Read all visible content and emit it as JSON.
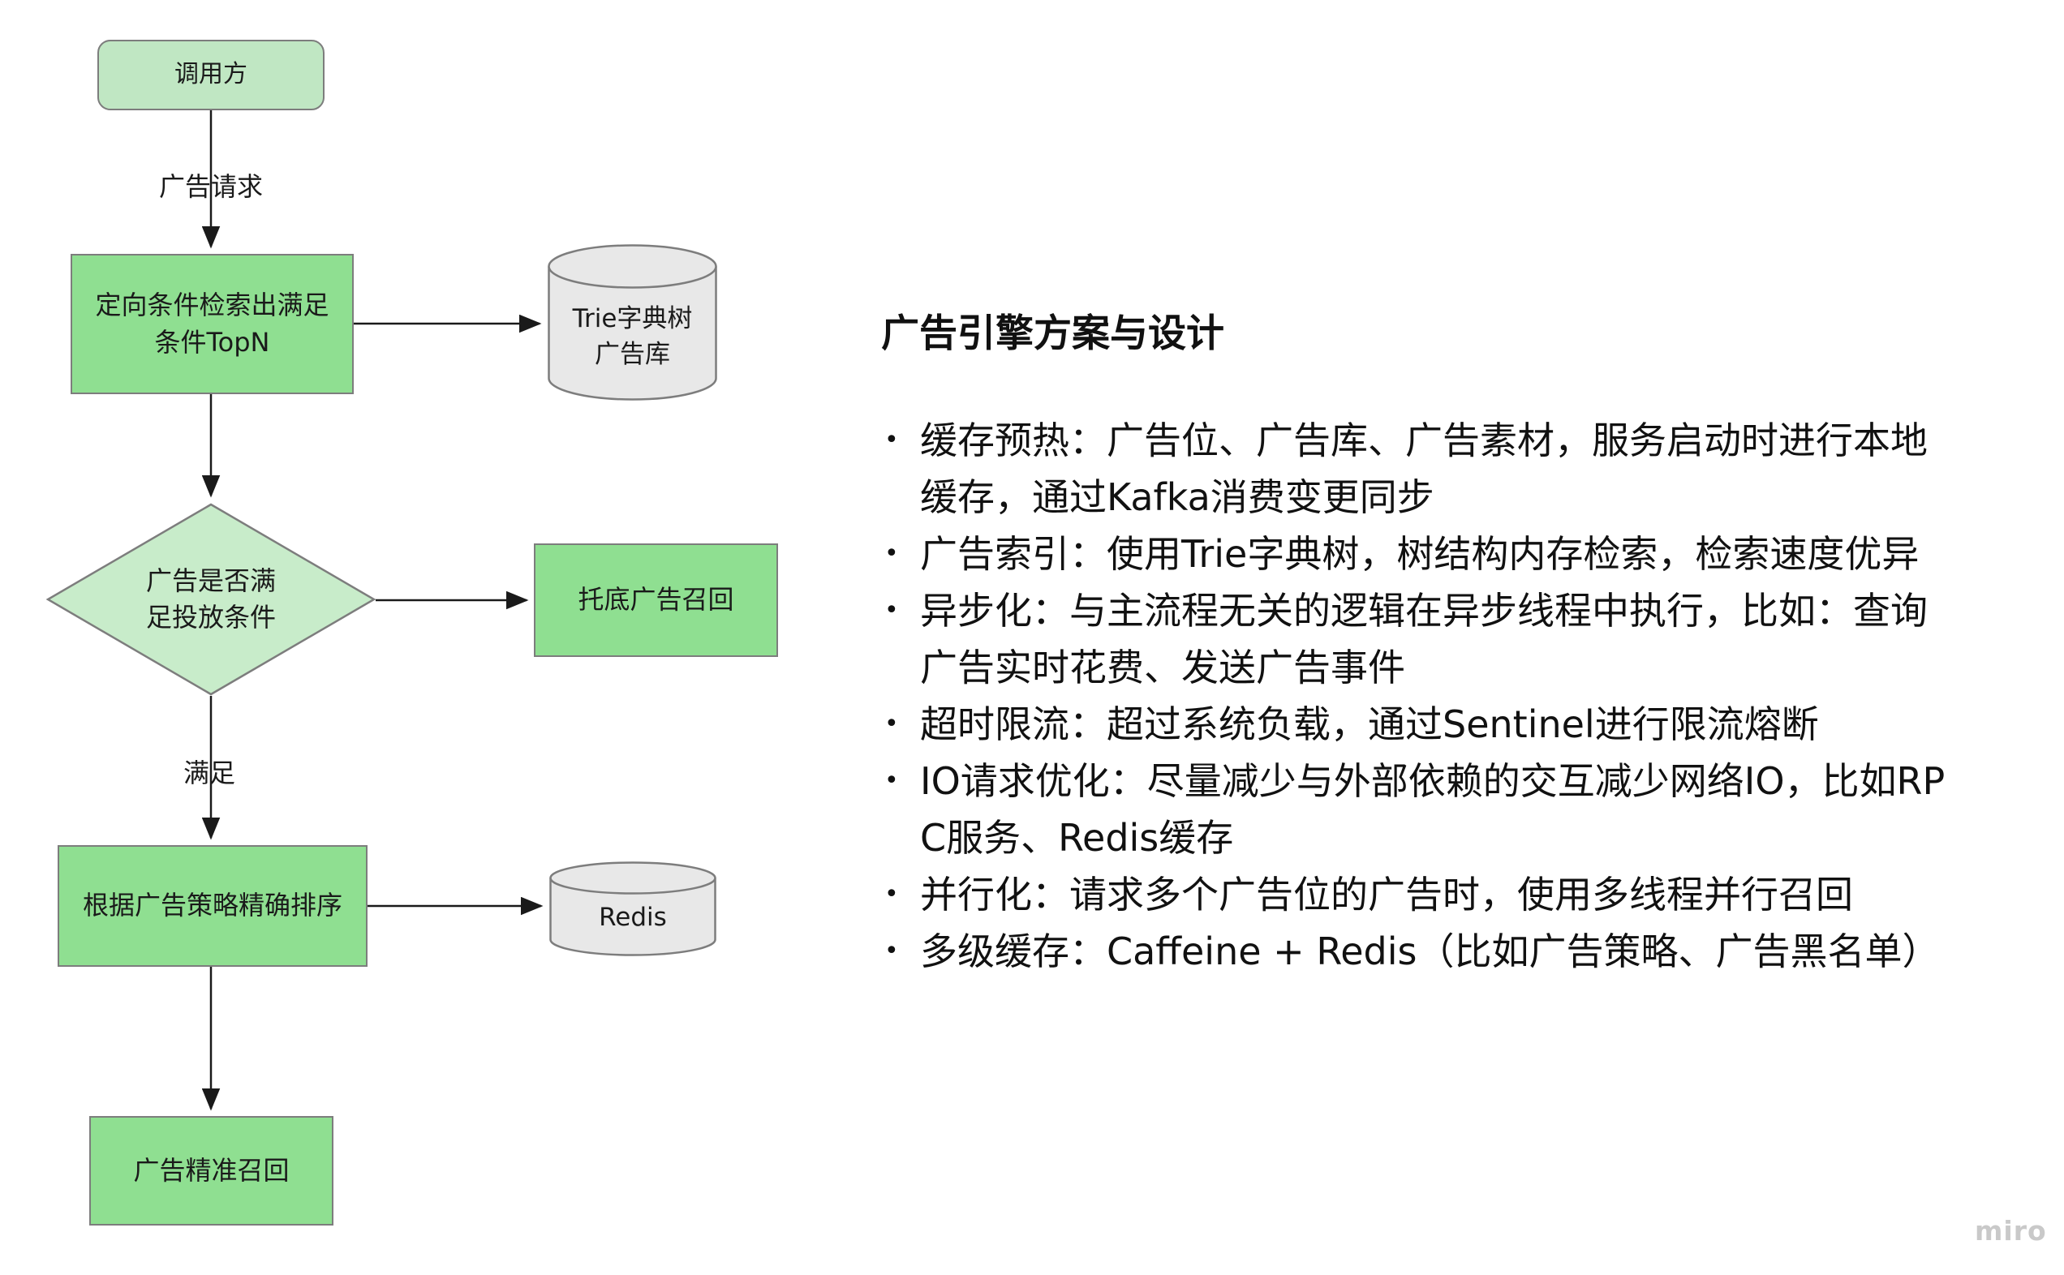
{
  "colors": {
    "node_green": "#8fdf91",
    "node_light_green": "#c0e7c3",
    "diamond_green": "#c8ecca",
    "cylinder_gray": "#e8e8e8",
    "border_gray": "#7d7d7d",
    "arrow_black": "#1a1a1a"
  },
  "flowchart": {
    "caller": "调用方",
    "edge_request": "广告请求",
    "retrieve_topn": "定向条件检索出满足\n条件TopN",
    "trie_store": "Trie字典树\n广告库",
    "decision": "广告是否满\n足投放条件",
    "fallback_recall": "托底广告召回",
    "edge_satisfied": "满足",
    "rank": "根据广告策略精确排序",
    "redis": "Redis",
    "precise_recall": "广告精准召回"
  },
  "panel": {
    "title": "广告引擎方案与设计",
    "bullets": [
      "缓存预热：广告位、广告库、广告素材，服务启动时进行本地缓存，通过Kafka消费变更同步",
      "广告索引：使用Trie字典树，树结构内存检索，检索速度优异",
      "异步化：与主流程无关的逻辑在异步线程中执行，比如：查询广告实时花费、发送广告事件",
      "超时限流：超过系统负载，通过Sentinel进行限流熔断",
      "IO请求优化：尽量减少与外部依赖的交互减少网络IO，比如RPC服务、Redis缓存",
      "并行化：请求多个广告位的广告时，使用多线程并行召回",
      "多级缓存：Caffeine + Redis（比如广告策略、广告黑名单）"
    ]
  },
  "watermark": "miro"
}
